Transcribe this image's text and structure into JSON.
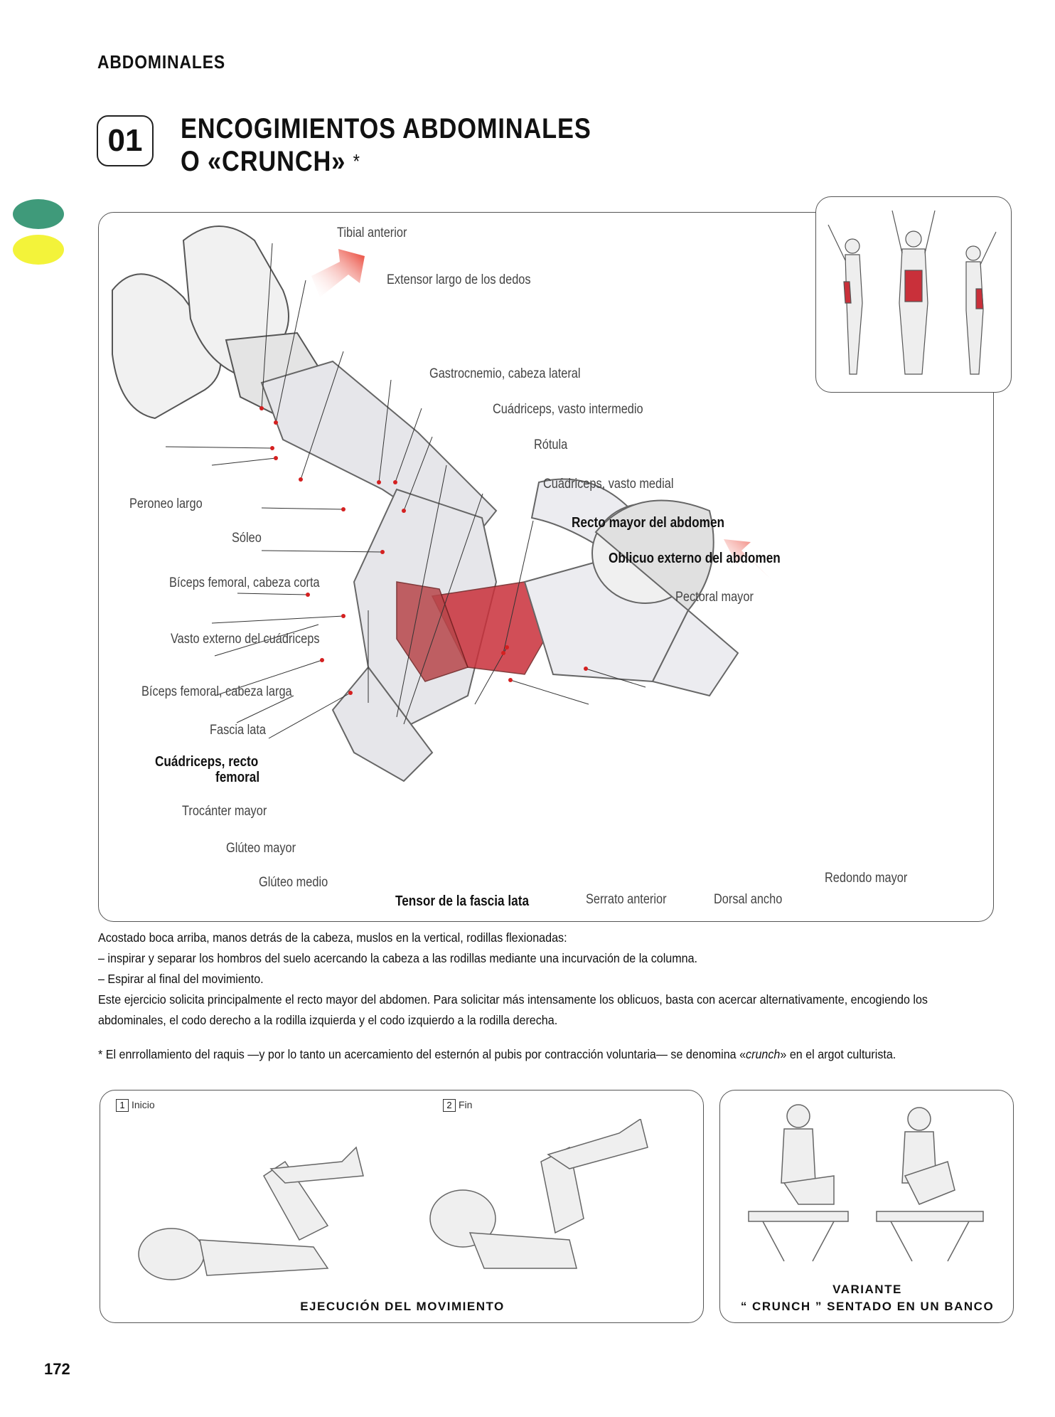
{
  "header": {
    "section": "ABDOMINALES",
    "exercise_number": "01",
    "title_line1": "ENCOGIMIENTOS ABDOMINALES",
    "title_line2": "O «CRUNCH»",
    "title_asterisk": "*"
  },
  "colors": {
    "green_tab": "#3f9a7a",
    "yellow_tab": "#f3f33a",
    "arrow": "#e8392a",
    "muscle_highlight": "#c9303a"
  },
  "labels": {
    "tibial_anterior": "Tibial anterior",
    "extensor_largo": "Extensor largo de los dedos",
    "gastrocnemio": "Gastrocnemio, cabeza lateral",
    "vasto_intermedio": "Cuádriceps, vasto intermedio",
    "rotula": "Rótula",
    "vasto_medial": "Cuádriceps, vasto medial",
    "recto_mayor": "Recto mayor del abdomen",
    "oblicuo_externo": "Oblicuo externo del abdomen",
    "pectoral_mayor": "Pectoral mayor",
    "peroneo_largo": "Peroneo largo",
    "soleo": "Sóleo",
    "biceps_corta": "Bíceps femoral, cabeza corta",
    "vasto_externo": "Vasto externo del cuádriceps",
    "biceps_larga": "Bíceps femoral, cabeza larga",
    "fascia_lata": "Fascia lata",
    "recto_femoral_1": "Cuádriceps, recto",
    "recto_femoral_2": "femoral",
    "trocanter": "Trocánter mayor",
    "gluteo_mayor": "Glúteo mayor",
    "gluteo_medio": "Glúteo medio",
    "tensor_fascia": "Tensor de la fascia lata",
    "serrato": "Serrato anterior",
    "dorsal": "Dorsal ancho",
    "redondo": "Redondo mayor"
  },
  "description": {
    "line1": "Acostado boca arriba, manos detrás de la cabeza, muslos en la vertical, rodillas flexionadas:",
    "line2": "– inspirar y separar los hombros del suelo acercando la cabeza a las rodillas mediante una incurvación de la columna.",
    "line3": "– Espirar al final del movimiento.",
    "line4": "Este ejercicio solicita principalmente el recto mayor del abdomen. Para solicitar más intensamente los oblicuos, basta con acercar alternativamente, encogiendo los abdominales, el codo derecho a la rodilla izquierda y el codo izquierdo a la rodilla derecha."
  },
  "footnote": {
    "before": "* El enrrollamiento del raquis —y por lo tanto un acercamiento del esternón al pubis por contracción voluntaria— se denomina «",
    "term": "crunch",
    "after": "» en el argot culturista."
  },
  "execution": {
    "step1_num": "1",
    "step1_label": "Inicio",
    "step2_num": "2",
    "step2_label": "Fin",
    "caption": "EJECUCIÓN DEL MOVIMIENTO"
  },
  "variant": {
    "caption_line1": "VARIANTE",
    "caption_line2": "“ CRUNCH ” SENTADO EN UN BANCO"
  },
  "page_number": "172"
}
